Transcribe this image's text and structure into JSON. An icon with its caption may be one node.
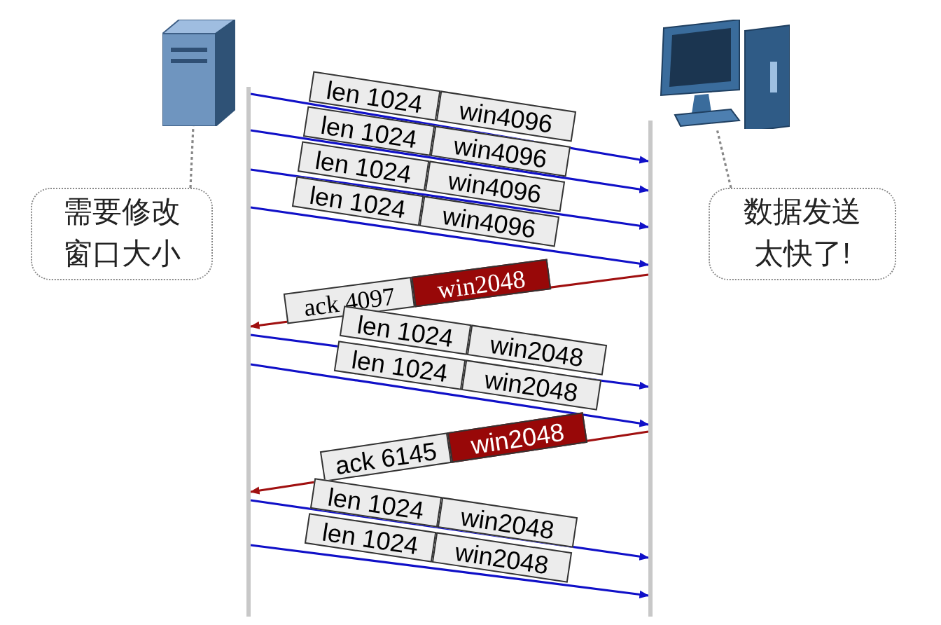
{
  "diagram": {
    "nodes": [
      {
        "text": [],
        "shape": "server"
      },
      {
        "text": [],
        "shape": "computer"
      },
      {
        "text": [
          "需要修改窗口大小"
        ]
      },
      {
        "text": [
          "数据发送太快了!"
        ]
      },
      {
        "text": [],
        "shape": "bar"
      },
      {
        "text": [],
        "shape": "bar"
      }
    ],
    "edges": [
      {
        "from": 4,
        "to": 5,
        "arrow": "to"
      },
      {
        "from": 4,
        "to": 5,
        "arrow": "to"
      },
      {
        "from": 4,
        "to": 5,
        "arrow": "to"
      },
      {
        "from": 4,
        "to": 5,
        "arrow": "to"
      },
      {
        "from": 5,
        "to": 4,
        "arrow": "to",
        "color": "#a01010"
      },
      {
        "from": 4,
        "to": 5,
        "arrow": "to"
      },
      {
        "from": 4,
        "to": 5,
        "arrow": "to"
      },
      {
        "from": 5,
        "to": 4,
        "arrow": "to",
        "color": "#a01010"
      },
      {
        "from": 4,
        "to": 5,
        "arrow": "to"
      },
      {
        "from": 4,
        "to": 5,
        "arrow": "to"
      },
      {
        "from": 2,
        "to": 0,
        "arrow": "none",
        "style": "dashed",
        "color": "#888888"
      },
      {
        "from": 3,
        "to": 1,
        "arrow": "none",
        "style": "dashed",
        "color": "#888888"
      }
    ],
    "labels": [
      "len 1024",
      "win4096",
      "len 1024",
      "win4096",
      "len 1024",
      "win4096",
      "len 1024",
      "win4096",
      "ack 4097",
      "win2048",
      "len 1024",
      "win2048",
      "len 1024",
      "win2048",
      "ack 6145",
      "win2048",
      "len 1024",
      "win2048",
      "len 1024",
      "win2048"
    ]
  }
}
